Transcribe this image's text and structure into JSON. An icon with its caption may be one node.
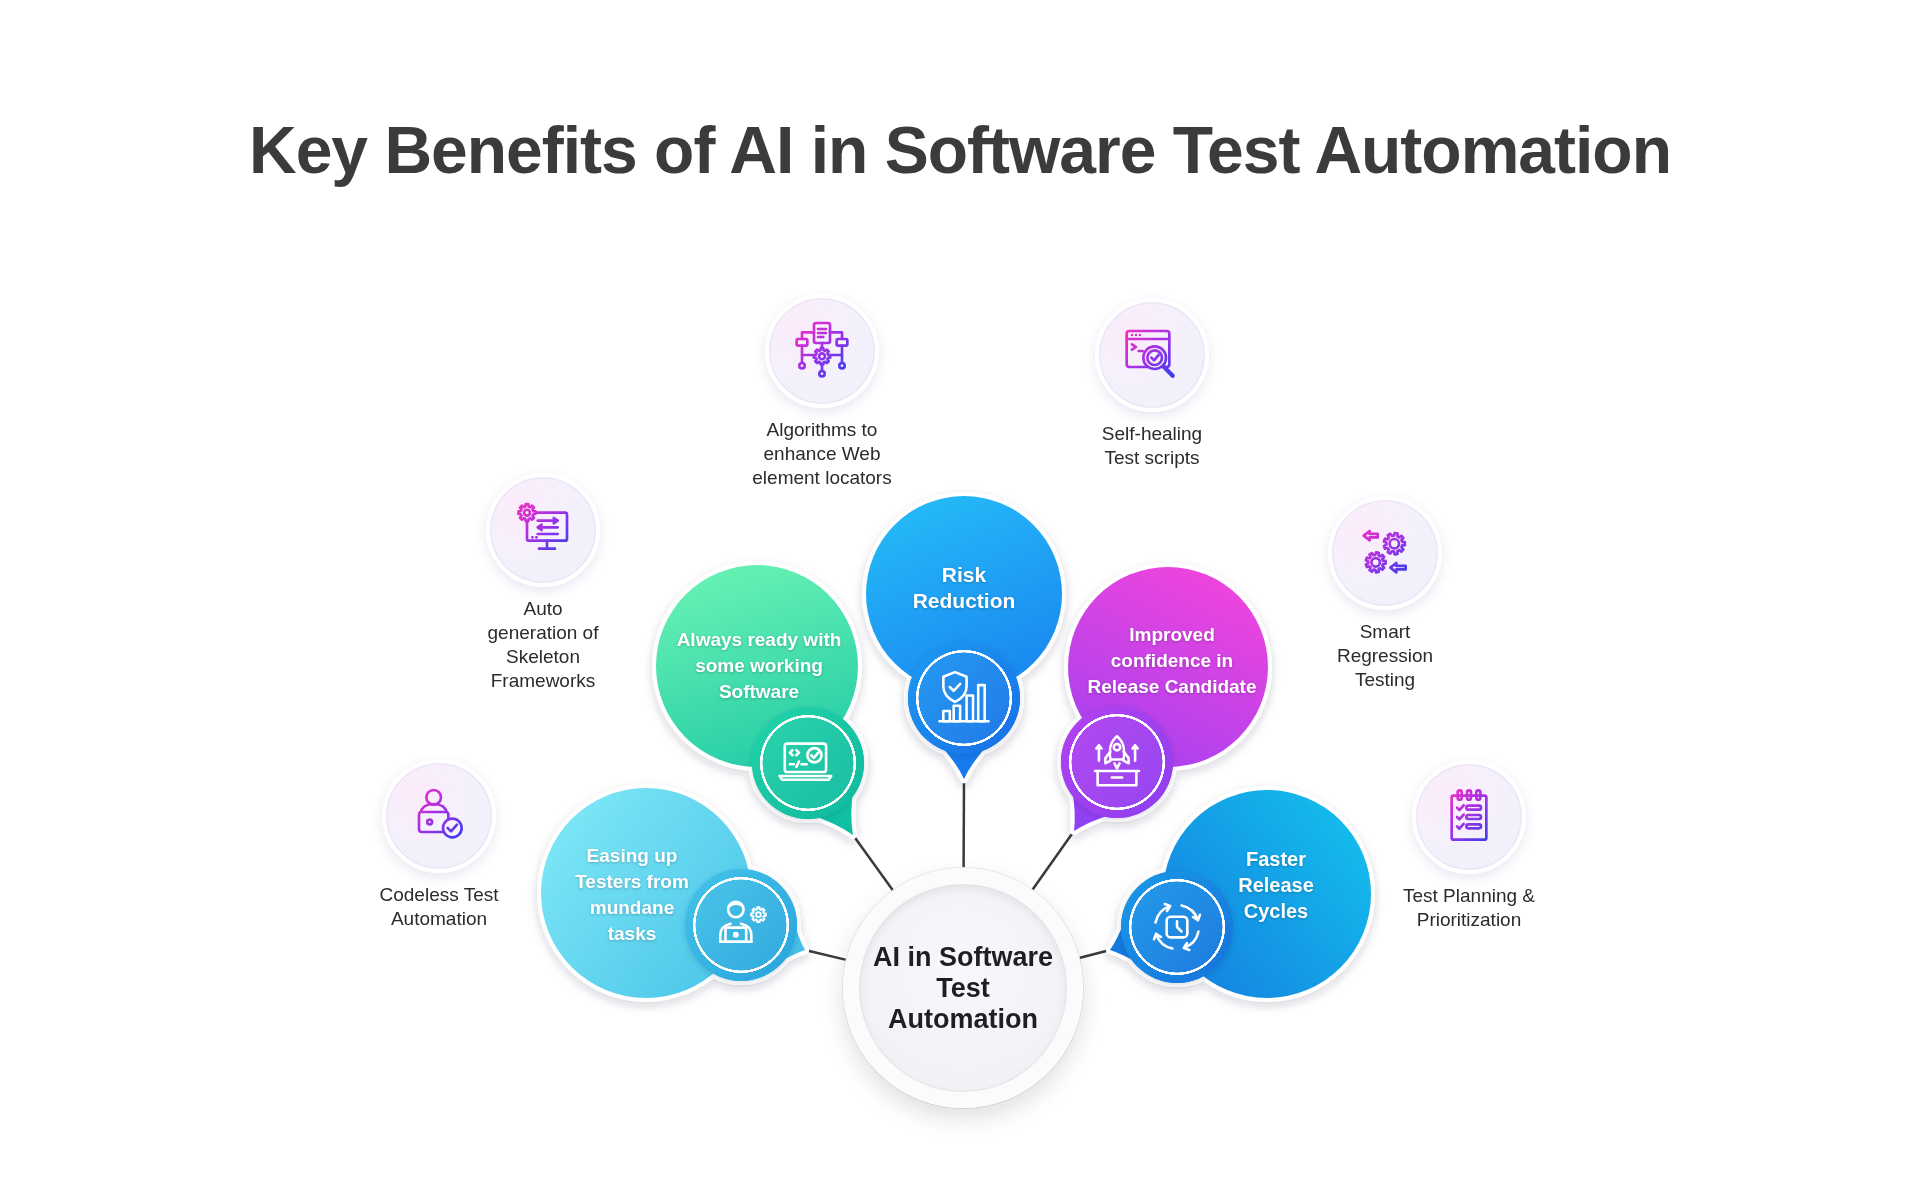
{
  "diagram": {
    "title": "Key Benefits of AI in Software Test Automation",
    "nodes": [
      {
        "text": [
          "Algorithms to enhance Web element locators"
        ]
      },
      {
        "text": [
          "Self-healing Test scripts"
        ]
      },
      {
        "text": [
          "Auto generation of Skeleton Frameworks"
        ]
      },
      {
        "text": [
          "Risk Reduction"
        ]
      },
      {
        "text": [
          "Smart Regression Testing"
        ]
      },
      {
        "text": [
          "Always ready with some working Software"
        ]
      },
      {
        "text": [
          "Improved confidence in Release Candidate"
        ]
      },
      {
        "text": [
          "Codeless Test Automation"
        ]
      },
      {
        "text": [
          "Easing up Testers from mundane tasks"
        ]
      },
      {
        "text": [
          "Faster Release Cycles"
        ]
      },
      {
        "text": [
          "Test Planning & Prioritization"
        ]
      },
      {
        "text": [
          "AI in Software Test Automation"
        ]
      }
    ],
    "edges": [
      {
        "from": 11,
        "to": 8,
        "arrow": "none"
      },
      {
        "from": 11,
        "to": 5,
        "arrow": "none"
      },
      {
        "from": 11,
        "to": 3,
        "arrow": "none"
      },
      {
        "from": 11,
        "to": 6,
        "arrow": "none"
      },
      {
        "from": 11,
        "to": 9,
        "arrow": "none"
      }
    ]
  }
}
